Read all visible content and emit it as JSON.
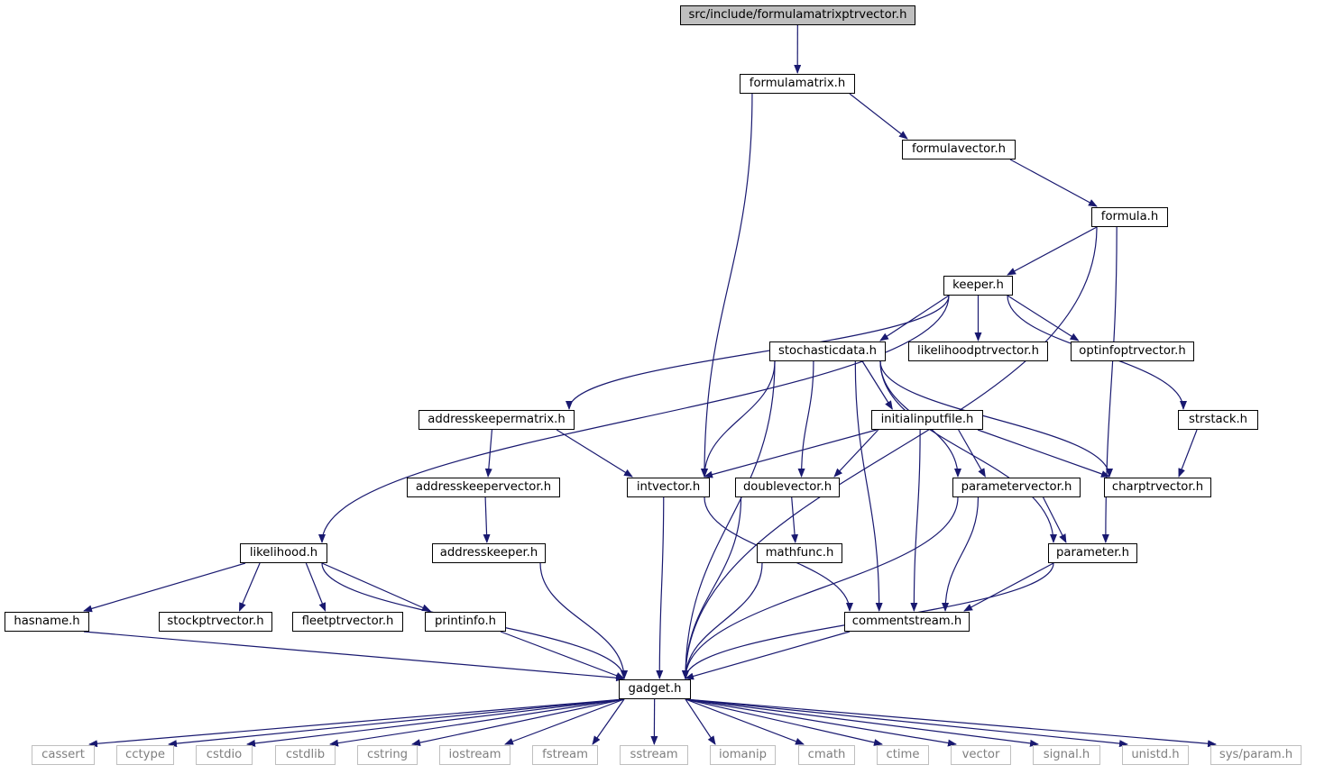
{
  "graph": {
    "edge_color": "#191970",
    "root_fill": "#bfbfbf",
    "external_border": "#bfbfbf",
    "nodes": [
      {
        "id": "root",
        "label": "src/include/formulamatrixptrvector.h",
        "kind": "root"
      },
      {
        "id": "formulamatrix",
        "label": "formulamatrix.h",
        "kind": "file"
      },
      {
        "id": "formulavector",
        "label": "formulavector.h",
        "kind": "file"
      },
      {
        "id": "formula",
        "label": "formula.h",
        "kind": "file"
      },
      {
        "id": "keeper",
        "label": "keeper.h",
        "kind": "file"
      },
      {
        "id": "stochasticdata",
        "label": "stochasticdata.h",
        "kind": "file"
      },
      {
        "id": "likelihoodptrvector",
        "label": "likelihoodptrvector.h",
        "kind": "file"
      },
      {
        "id": "optinfoptrvector",
        "label": "optinfoptrvector.h",
        "kind": "file"
      },
      {
        "id": "addresskeepermatrix",
        "label": "addresskeepermatrix.h",
        "kind": "file"
      },
      {
        "id": "initialinputfile",
        "label": "initialinputfile.h",
        "kind": "file"
      },
      {
        "id": "strstack",
        "label": "strstack.h",
        "kind": "file"
      },
      {
        "id": "addresskeepervector",
        "label": "addresskeepervector.h",
        "kind": "file"
      },
      {
        "id": "intvector",
        "label": "intvector.h",
        "kind": "file"
      },
      {
        "id": "doublevector",
        "label": "doublevector.h",
        "kind": "file"
      },
      {
        "id": "parametervector",
        "label": "parametervector.h",
        "kind": "file"
      },
      {
        "id": "charptrvector",
        "label": "charptrvector.h",
        "kind": "file"
      },
      {
        "id": "likelihood",
        "label": "likelihood.h",
        "kind": "file"
      },
      {
        "id": "addresskeeper",
        "label": "addresskeeper.h",
        "kind": "file"
      },
      {
        "id": "mathfunc",
        "label": "mathfunc.h",
        "kind": "file"
      },
      {
        "id": "parameter",
        "label": "parameter.h",
        "kind": "file"
      },
      {
        "id": "hasname",
        "label": "hasname.h",
        "kind": "file"
      },
      {
        "id": "stockptrvector",
        "label": "stockptrvector.h",
        "kind": "file"
      },
      {
        "id": "fleetptrvector",
        "label": "fleetptrvector.h",
        "kind": "file"
      },
      {
        "id": "printinfo",
        "label": "printinfo.h",
        "kind": "file"
      },
      {
        "id": "commentstream",
        "label": "commentstream.h",
        "kind": "file"
      },
      {
        "id": "gadget",
        "label": "gadget.h",
        "kind": "file"
      },
      {
        "id": "cassert",
        "label": "cassert",
        "kind": "external"
      },
      {
        "id": "cctype",
        "label": "cctype",
        "kind": "external"
      },
      {
        "id": "cstdio",
        "label": "cstdio",
        "kind": "external"
      },
      {
        "id": "cstdlib",
        "label": "cstdlib",
        "kind": "external"
      },
      {
        "id": "cstring",
        "label": "cstring",
        "kind": "external"
      },
      {
        "id": "iostream",
        "label": "iostream",
        "kind": "external"
      },
      {
        "id": "fstream",
        "label": "fstream",
        "kind": "external"
      },
      {
        "id": "sstream",
        "label": "sstream",
        "kind": "external"
      },
      {
        "id": "iomanip",
        "label": "iomanip",
        "kind": "external"
      },
      {
        "id": "cmath",
        "label": "cmath",
        "kind": "external"
      },
      {
        "id": "ctime",
        "label": "ctime",
        "kind": "external"
      },
      {
        "id": "vector",
        "label": "vector",
        "kind": "external"
      },
      {
        "id": "signal",
        "label": "signal.h",
        "kind": "external"
      },
      {
        "id": "unistd",
        "label": "unistd.h",
        "kind": "external"
      },
      {
        "id": "sysparam",
        "label": "sys/param.h",
        "kind": "external"
      }
    ],
    "edges": [
      [
        "root",
        "formulamatrix"
      ],
      [
        "formulamatrix",
        "formulavector"
      ],
      [
        "formulamatrix",
        "intvector"
      ],
      [
        "formulavector",
        "formula"
      ],
      [
        "formula",
        "keeper"
      ],
      [
        "formula",
        "parameter"
      ],
      [
        "formula",
        "gadget"
      ],
      [
        "keeper",
        "stochasticdata"
      ],
      [
        "keeper",
        "likelihoodptrvector"
      ],
      [
        "keeper",
        "optinfoptrvector"
      ],
      [
        "keeper",
        "addresskeepermatrix"
      ],
      [
        "keeper",
        "likelihood"
      ],
      [
        "keeper",
        "strstack"
      ],
      [
        "stochasticdata",
        "initialinputfile"
      ],
      [
        "stochasticdata",
        "intvector"
      ],
      [
        "stochasticdata",
        "doublevector"
      ],
      [
        "stochasticdata",
        "parametervector"
      ],
      [
        "stochasticdata",
        "charptrvector"
      ],
      [
        "stochasticdata",
        "parameter"
      ],
      [
        "stochasticdata",
        "commentstream"
      ],
      [
        "stochasticdata",
        "gadget"
      ],
      [
        "addresskeepermatrix",
        "addresskeepervector"
      ],
      [
        "addresskeepermatrix",
        "intvector"
      ],
      [
        "addresskeepervector",
        "addresskeeper"
      ],
      [
        "addresskeeper",
        "gadget"
      ],
      [
        "initialinputfile",
        "intvector"
      ],
      [
        "initialinputfile",
        "doublevector"
      ],
      [
        "initialinputfile",
        "parametervector"
      ],
      [
        "initialinputfile",
        "charptrvector"
      ],
      [
        "initialinputfile",
        "commentstream"
      ],
      [
        "strstack",
        "charptrvector"
      ],
      [
        "intvector",
        "commentstream"
      ],
      [
        "intvector",
        "gadget"
      ],
      [
        "doublevector",
        "mathfunc"
      ],
      [
        "doublevector",
        "gadget"
      ],
      [
        "mathfunc",
        "gadget"
      ],
      [
        "parametervector",
        "parameter"
      ],
      [
        "parametervector",
        "commentstream"
      ],
      [
        "parametervector",
        "gadget"
      ],
      [
        "parameter",
        "commentstream"
      ],
      [
        "parameter",
        "gadget"
      ],
      [
        "likelihood",
        "hasname"
      ],
      [
        "likelihood",
        "stockptrvector"
      ],
      [
        "likelihood",
        "fleetptrvector"
      ],
      [
        "likelihood",
        "printinfo"
      ],
      [
        "likelihood",
        "gadget"
      ],
      [
        "hasname",
        "gadget"
      ],
      [
        "printinfo",
        "gadget"
      ],
      [
        "commentstream",
        "gadget"
      ],
      [
        "gadget",
        "cassert"
      ],
      [
        "gadget",
        "cctype"
      ],
      [
        "gadget",
        "cstdio"
      ],
      [
        "gadget",
        "cstdlib"
      ],
      [
        "gadget",
        "cstring"
      ],
      [
        "gadget",
        "iostream"
      ],
      [
        "gadget",
        "fstream"
      ],
      [
        "gadget",
        "sstream"
      ],
      [
        "gadget",
        "iomanip"
      ],
      [
        "gadget",
        "cmath"
      ],
      [
        "gadget",
        "ctime"
      ],
      [
        "gadget",
        "vector"
      ],
      [
        "gadget",
        "signal"
      ],
      [
        "gadget",
        "unistd"
      ],
      [
        "gadget",
        "sysparam"
      ]
    ]
  }
}
